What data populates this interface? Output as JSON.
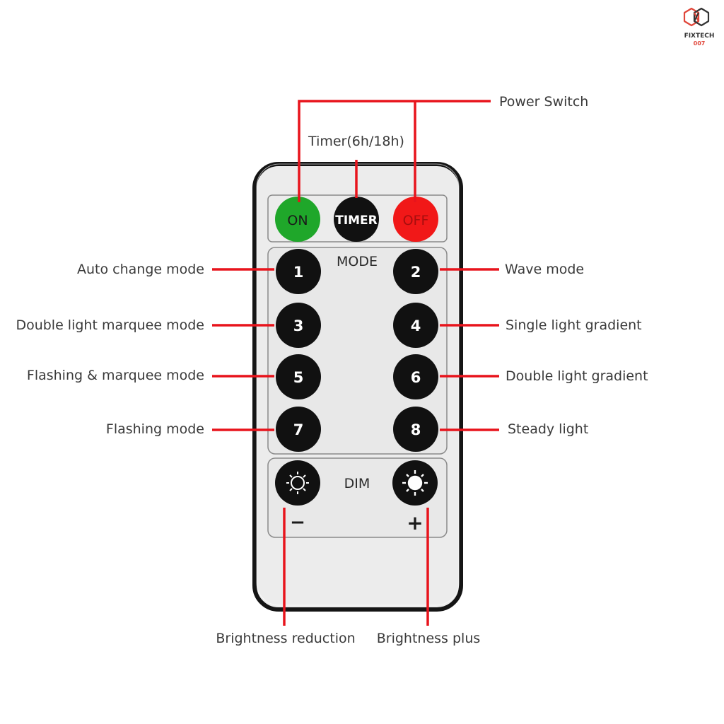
{
  "logo": {
    "line1": "FIXTECH",
    "line2": "007",
    "accent": "#e0463a"
  },
  "remote": {
    "top_buttons": [
      {
        "label": "ON",
        "color": "#1fa72a",
        "text_color": "#1a1a1a"
      },
      {
        "label": "TIMER",
        "color": "#111111",
        "text_color": "#ffffff"
      },
      {
        "label": "OFF",
        "color": "#f11818",
        "text_color": "#b01010"
      }
    ],
    "mode_title": "MODE",
    "mode_buttons": [
      "1",
      "2",
      "3",
      "4",
      "5",
      "6",
      "7",
      "8"
    ],
    "dim_title": "DIM",
    "dim_minus": "−",
    "dim_plus": "+"
  },
  "labels": {
    "power_switch": "Power Switch",
    "timer": "Timer(6h/18h)",
    "mode1": "Auto change mode",
    "mode2": "Wave mode",
    "mode3": "Double light marquee mode",
    "mode4": "Single light gradient",
    "mode5": "Flashing & marquee mode",
    "mode6": "Double light gradient",
    "mode7": "Flashing mode",
    "mode8": "Steady light",
    "dim_minus": "Brightness reduction",
    "dim_plus": "Brightness plus"
  },
  "colors": {
    "leader": "#e8141c",
    "remote_body": "#ececec",
    "remote_border": "#1a1a1a",
    "label_text": "#3a3a3a"
  }
}
